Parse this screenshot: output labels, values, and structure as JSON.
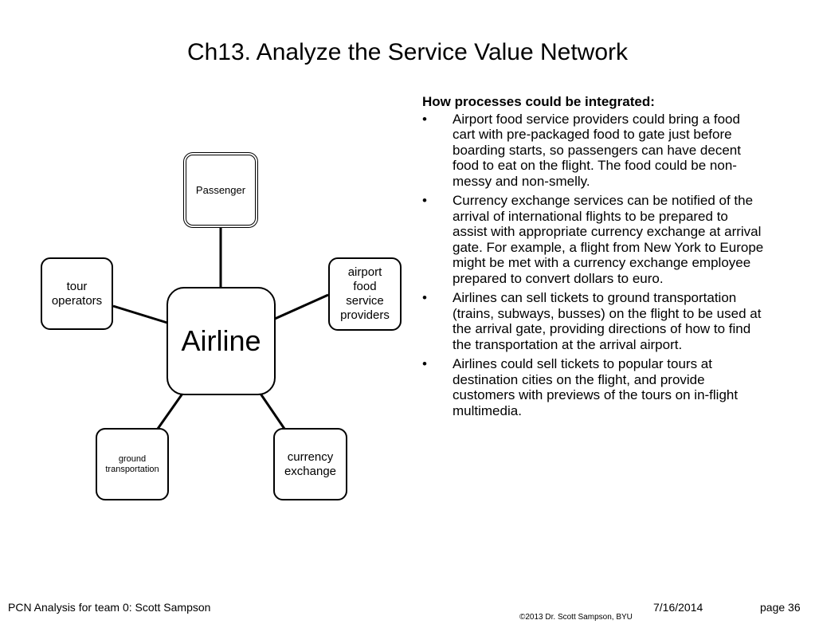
{
  "slide": {
    "title": "Ch13. Analyze the Service Value Network"
  },
  "diagram": {
    "center": "Airline",
    "nodes": {
      "passenger": "Passenger",
      "tour_operators": "tour\noperators",
      "airport_food": "airport\nfood\nservice\nproviders",
      "ground_transportation": "ground\ntransportation",
      "currency_exchange": "currency\nexchange"
    }
  },
  "panel": {
    "heading": "How processes could be integrated:",
    "bullet_glyph": "•",
    "items": [
      "Airport food service providers could bring a food cart with pre-packaged food to gate just before boarding starts, so passengers can have decent food to eat on the flight.  The food could be non-messy and non-smelly.",
      "Currency exchange services can be notified of the arrival of international flights to be prepared to assist with appropriate currency exchange at arrival gate.  For example, a flight from New York to Europe might be met with a currency exchange employee prepared to convert dollars to euro.",
      "Airlines can sell tickets to ground transportation (trains, subways, busses) on the flight to be used at the arrival gate, providing directions of how to find the transportation at the arrival airport.",
      "Airlines could sell tickets to popular tours at destination cities on the flight, and provide customers with previews of the tours on in-flight multimedia."
    ]
  },
  "footer": {
    "left": "PCN Analysis for team 0: Scott Sampson",
    "copyright": "©2013 Dr. Scott Sampson, BYU",
    "date": "7/16/2014",
    "page": "page 36"
  }
}
